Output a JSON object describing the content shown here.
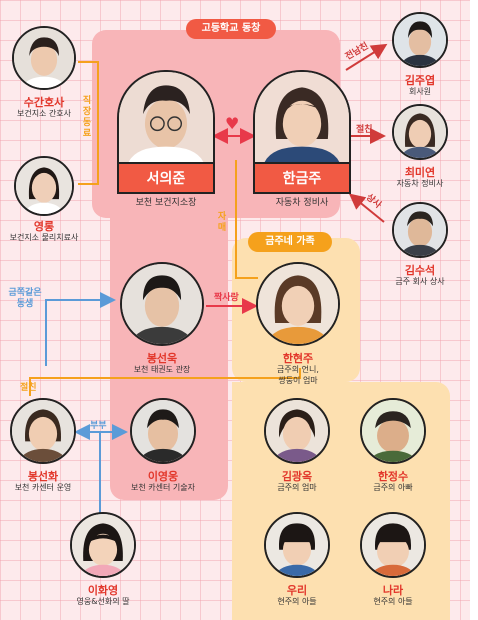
{
  "groups": {
    "school": "고등학교 동창",
    "family": "금주네 가족"
  },
  "leads": {
    "left": {
      "name": "서의준",
      "role": "보천 보건지소장"
    },
    "right": {
      "name": "한금주",
      "role": "자동차 정비사"
    }
  },
  "people": {
    "sugan": {
      "name": "수간호사",
      "role": "보건지소 간호사"
    },
    "yeongrong": {
      "name": "영롱",
      "role": "보건지소 물리치료사"
    },
    "juyeop": {
      "name": "김주엽",
      "role": "회사원"
    },
    "miyeon": {
      "name": "최미연",
      "role": "자동차 정비사"
    },
    "suseok": {
      "name": "김수석",
      "role": "금주 회사 상사"
    },
    "seonuk": {
      "name": "봉선욱",
      "role": "보천 태권도 관장"
    },
    "hyeonju": {
      "name": "한현주",
      "role1": "금주의 언니,",
      "role2": "쌍둥이 엄마"
    },
    "seonhwa": {
      "name": "봉선화",
      "role": "보천 카센터 운영"
    },
    "yeongyong": {
      "name": "이영웅",
      "role": "보천 카센터 기술자"
    },
    "gwangok": {
      "name": "김광옥",
      "role": "금주의 엄마"
    },
    "jeongsu": {
      "name": "한정수",
      "role": "금주의 아빠"
    },
    "hwayeong": {
      "name": "이화영",
      "role": "영웅&선화의 딸"
    },
    "uri": {
      "name": "우리",
      "role": "현주의 아들"
    },
    "nara": {
      "name": "나라",
      "role": "현주의 아들"
    }
  },
  "relations": {
    "colleague": "직장동료",
    "exboyfriend": "전남친",
    "close": "절친",
    "boss": "상사",
    "sisters": "자매",
    "crush": "짝사랑",
    "gullible": "금쪽같은 동생",
    "close2": "절친",
    "couple": "부부"
  },
  "colors": {
    "accent": "#f15a44",
    "pink_zone": "#f8b5b8",
    "family_zone": "#fde0b0",
    "orange_line": "#f5a11c",
    "blue_line": "#5b9bd8",
    "red_line": "#d03b3b"
  }
}
